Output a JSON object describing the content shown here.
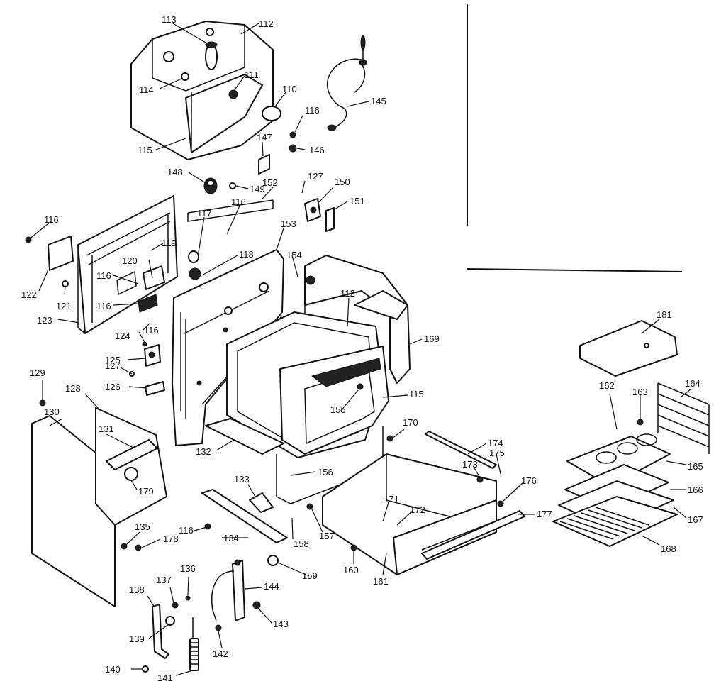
{
  "diagram": {
    "type": "exploded-parts-view",
    "callouts": [
      "113",
      "112",
      "111",
      "114",
      "110",
      "116",
      "145",
      "115",
      "147",
      "146",
      "148",
      "149",
      "127",
      "150",
      "151",
      "152",
      "116",
      "117",
      "119",
      "120",
      "118",
      "153",
      "154",
      "122",
      "121",
      "123",
      "124",
      "125",
      "126",
      "112",
      "169",
      "181",
      "129",
      "128",
      "130",
      "131",
      "179",
      "132",
      "133",
      "155",
      "170",
      "174",
      "175",
      "173",
      "176",
      "171",
      "172",
      "177",
      "162",
      "163",
      "164",
      "165",
      "166",
      "167",
      "168",
      "135",
      "178",
      "134",
      "158",
      "157",
      "159",
      "160",
      "161",
      "136",
      "137",
      "138",
      "139",
      "140",
      "141",
      "142",
      "143",
      "144",
      "116",
      "116",
      "116",
      "116",
      "116",
      "127",
      "115",
      "156"
    ]
  }
}
